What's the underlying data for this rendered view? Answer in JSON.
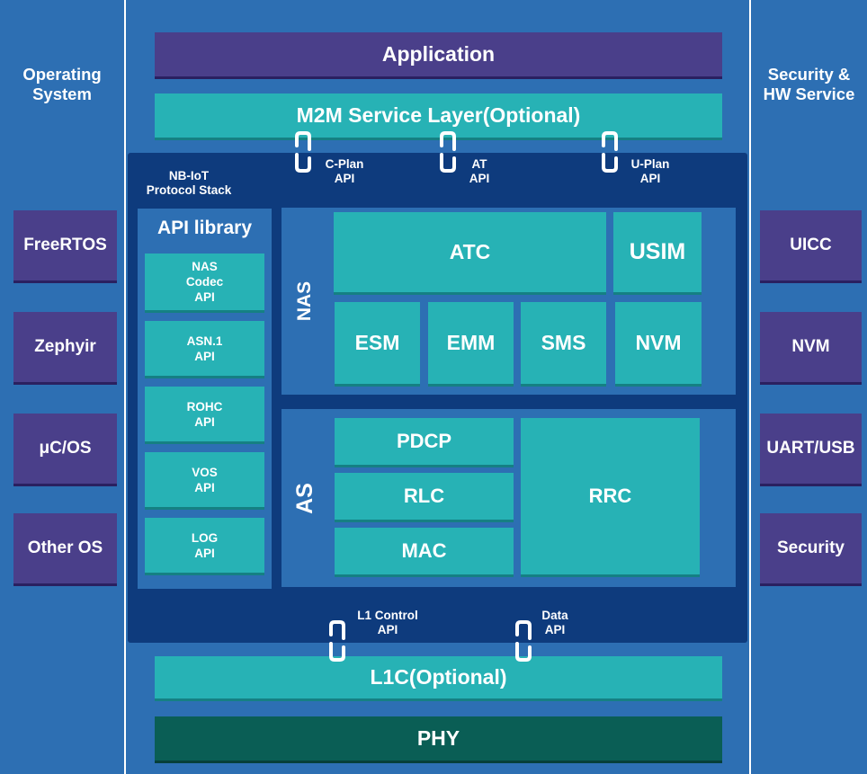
{
  "colors": {
    "side_column": "#2d6fb3",
    "side_block": "#4a3f8a",
    "application_bar": "#4a3f8a",
    "teal_block": "#27b2b5",
    "protocol_stack": "#0e3b7d",
    "sublayer_panel": "#2d6fb3",
    "phy_bar": "#0a5e55"
  },
  "top": {
    "application": "Application",
    "m2m": "M2M Service Layer(Optional)"
  },
  "left": {
    "title": "Operating\nSystem",
    "items": [
      "FreeRTOS",
      "Zephyir",
      "μC/OS",
      "Other OS"
    ]
  },
  "right": {
    "title": "Security &\nHW Service",
    "items": [
      "UICC",
      "NVM",
      "UART/USB",
      "Security"
    ]
  },
  "stack": {
    "title": "NB-IoT\nProtocol Stack",
    "top_apis": [
      "C-Plan\nAPI",
      "AT\nAPI",
      "U-Plan\nAPI"
    ],
    "bottom_apis": [
      "L1 Control\nAPI",
      "Data\nAPI"
    ]
  },
  "api_library": {
    "title": "API library",
    "items": [
      "NAS\nCodec\nAPI",
      "ASN.1\nAPI",
      "ROHC\nAPI",
      "VOS\nAPI",
      "LOG\nAPI"
    ]
  },
  "nas": {
    "label": "NAS",
    "atc": "ATC",
    "usim": "USIM",
    "esm": "ESM",
    "emm": "EMM",
    "sms": "SMS",
    "nvm": "NVM"
  },
  "as": {
    "label": "AS",
    "pdcp": "PDCP",
    "rlc": "RLC",
    "mac": "MAC",
    "rrc": "RRC"
  },
  "bottom": {
    "l1c": "L1C(Optional)",
    "phy": "PHY"
  }
}
